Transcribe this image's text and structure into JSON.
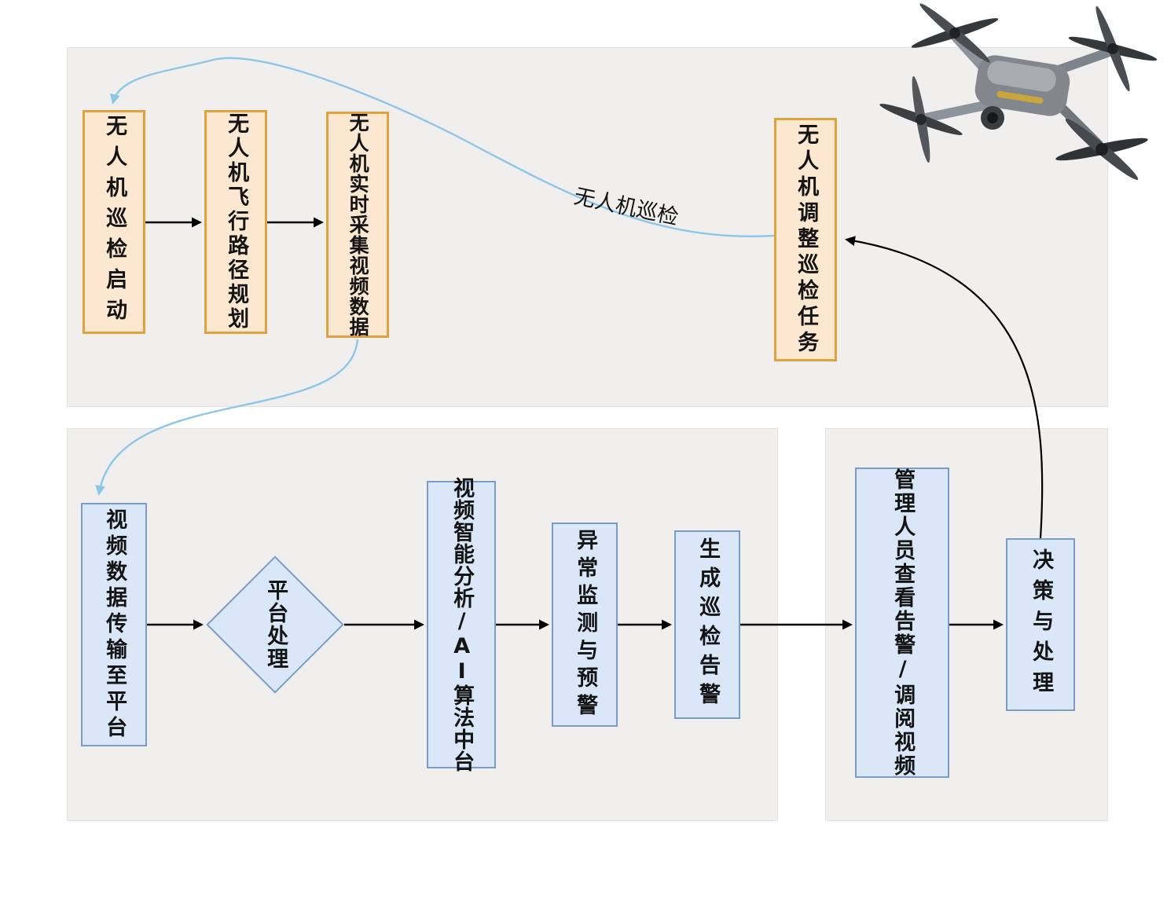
{
  "top": {
    "start": "无人机巡检启动",
    "path_plan": "无人机飞行路径规划",
    "collect": "无人机实时采集视频数据",
    "adjust": "无人机调整巡检任务",
    "loop_label": "无人机巡检"
  },
  "bottom": {
    "transmit": "视频数据传输至平台",
    "platform_process": "平台处理",
    "ai_analysis": "视频智能分析/AI算法中台",
    "anomaly": "异常监测与预警",
    "alarm": "生成巡检告警",
    "manager": "管理人员查看告警/调阅视频",
    "decision": "决策与处理"
  },
  "edges": [
    {
      "from": "start",
      "to": "path_plan",
      "style": "black-arrow"
    },
    {
      "from": "path_plan",
      "to": "collect",
      "style": "black-arrow"
    },
    {
      "from": "collect",
      "to": "transmit",
      "style": "blue-curve-arrow"
    },
    {
      "from": "transmit",
      "to": "platform_process",
      "style": "black-arrow"
    },
    {
      "from": "platform_process",
      "to": "ai_analysis",
      "style": "black-arrow"
    },
    {
      "from": "ai_analysis",
      "to": "anomaly",
      "style": "black-arrow"
    },
    {
      "from": "anomaly",
      "to": "alarm",
      "style": "black-arrow"
    },
    {
      "from": "alarm",
      "to": "manager",
      "style": "black-arrow"
    },
    {
      "from": "manager",
      "to": "decision",
      "style": "black-arrow"
    },
    {
      "from": "decision",
      "to": "adjust",
      "style": "black-curve-arrow"
    },
    {
      "from": "adjust",
      "to": "start",
      "style": "blue-curve-arrow",
      "label": "无人机巡检"
    }
  ],
  "colors": {
    "orange_fill": "#fce8d1",
    "orange_border": "#dfa23f",
    "blue_fill": "#d9e7f8",
    "blue_border": "#7a9cc6",
    "panel_fill": "#f0efee",
    "black_arrow": "#000000",
    "blue_arrow": "#8ec6e8"
  }
}
